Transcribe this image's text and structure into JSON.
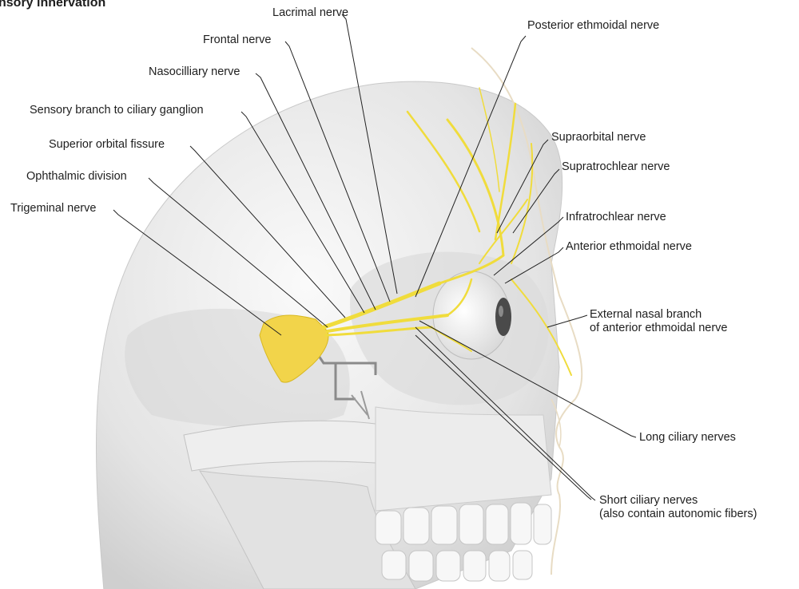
{
  "title": "nsory innervation",
  "labels": {
    "lacrimal": "Lacrimal nerve",
    "frontal": "Frontal nerve",
    "nasociliary": "Nasocilliary nerve",
    "sensory_branch": "Sensory branch to ciliary ganglion",
    "superior_orbital_fissure": "Superior orbital fissure",
    "ophthalmic_division": "Ophthalmic division",
    "trigeminal": "Trigeminal nerve",
    "posterior_ethmoidal": "Posterior ethmoidal nerve",
    "supraorbital": "Supraorbital nerve",
    "supratrochlear": "Supratrochlear nerve",
    "infratrochlear": "Infratrochlear nerve",
    "anterior_ethmoidal": "Anterior ethmoidal nerve",
    "external_nasal_line1": "External nasal branch",
    "external_nasal_line2": "of anterior ethmoidal nerve",
    "long_ciliary": "Long ciliary nerves",
    "short_ciliary_line1": "Short ciliary nerves",
    "short_ciliary_line2": "(also contain autonomic fibers)"
  },
  "colors": {
    "nerve": "#f0dc3c",
    "ganglion": "#f2d44a",
    "skull": "#e8e8e8",
    "leader": "#222222"
  }
}
